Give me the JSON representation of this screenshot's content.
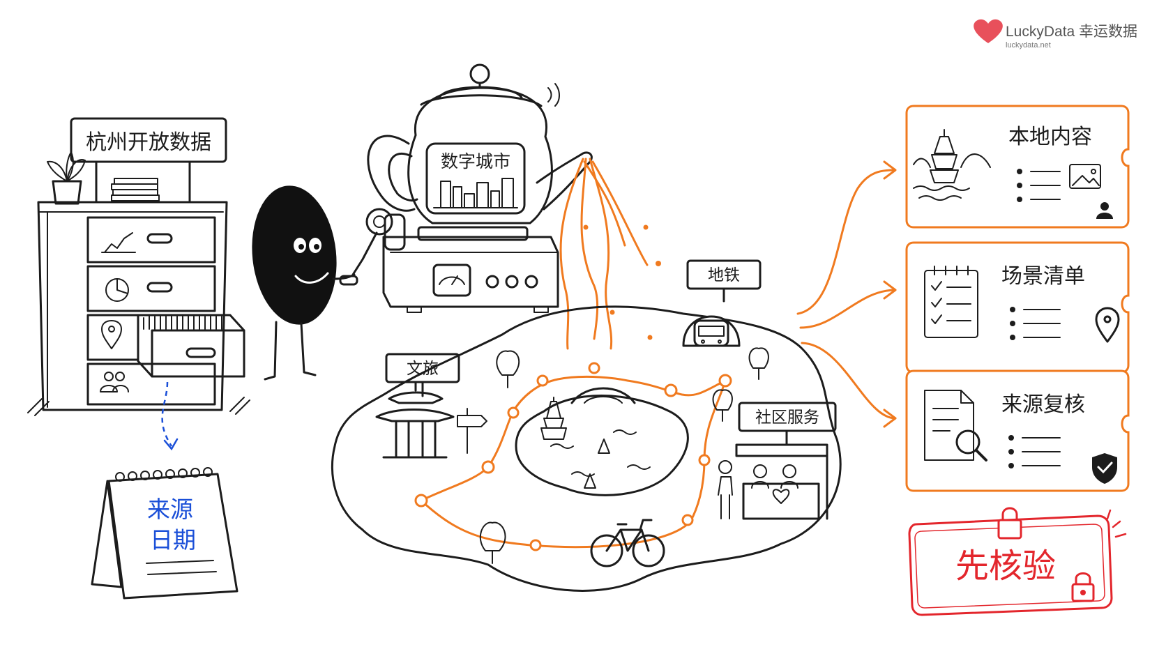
{
  "brand": {
    "name": "LuckyData 幸运数据",
    "url": "luckydata.net",
    "color": "#e8505b"
  },
  "cabinet": {
    "sign": "杭州开放数据",
    "drawer_icons": [
      "line-chart-icon",
      "pie-chart-icon",
      "map-pin-icon",
      "users-icon"
    ]
  },
  "calendar": {
    "line1": "来源",
    "line2": "日期",
    "color": "#1a4fd8"
  },
  "teapot": {
    "label": "数字城市"
  },
  "map": {
    "tags": {
      "tourism": "文旅",
      "metro": "地铁",
      "community": "社区服务"
    }
  },
  "cards": [
    {
      "title": "本地内容",
      "icons": [
        "pagoda-icon",
        "image-icon",
        "person-icon"
      ]
    },
    {
      "title": "场景清单",
      "icons": [
        "checklist-icon",
        "map-pin-icon"
      ]
    },
    {
      "title": "来源复核",
      "icons": [
        "document-search-icon",
        "shield-check-icon"
      ]
    }
  ],
  "stamp": {
    "label": "先核验",
    "icons": [
      "lock-icon",
      "lock-icon"
    ]
  },
  "colors": {
    "accent": "#f07a1f",
    "stamp_red": "#e3262c",
    "ink": "#1c1c1c"
  }
}
